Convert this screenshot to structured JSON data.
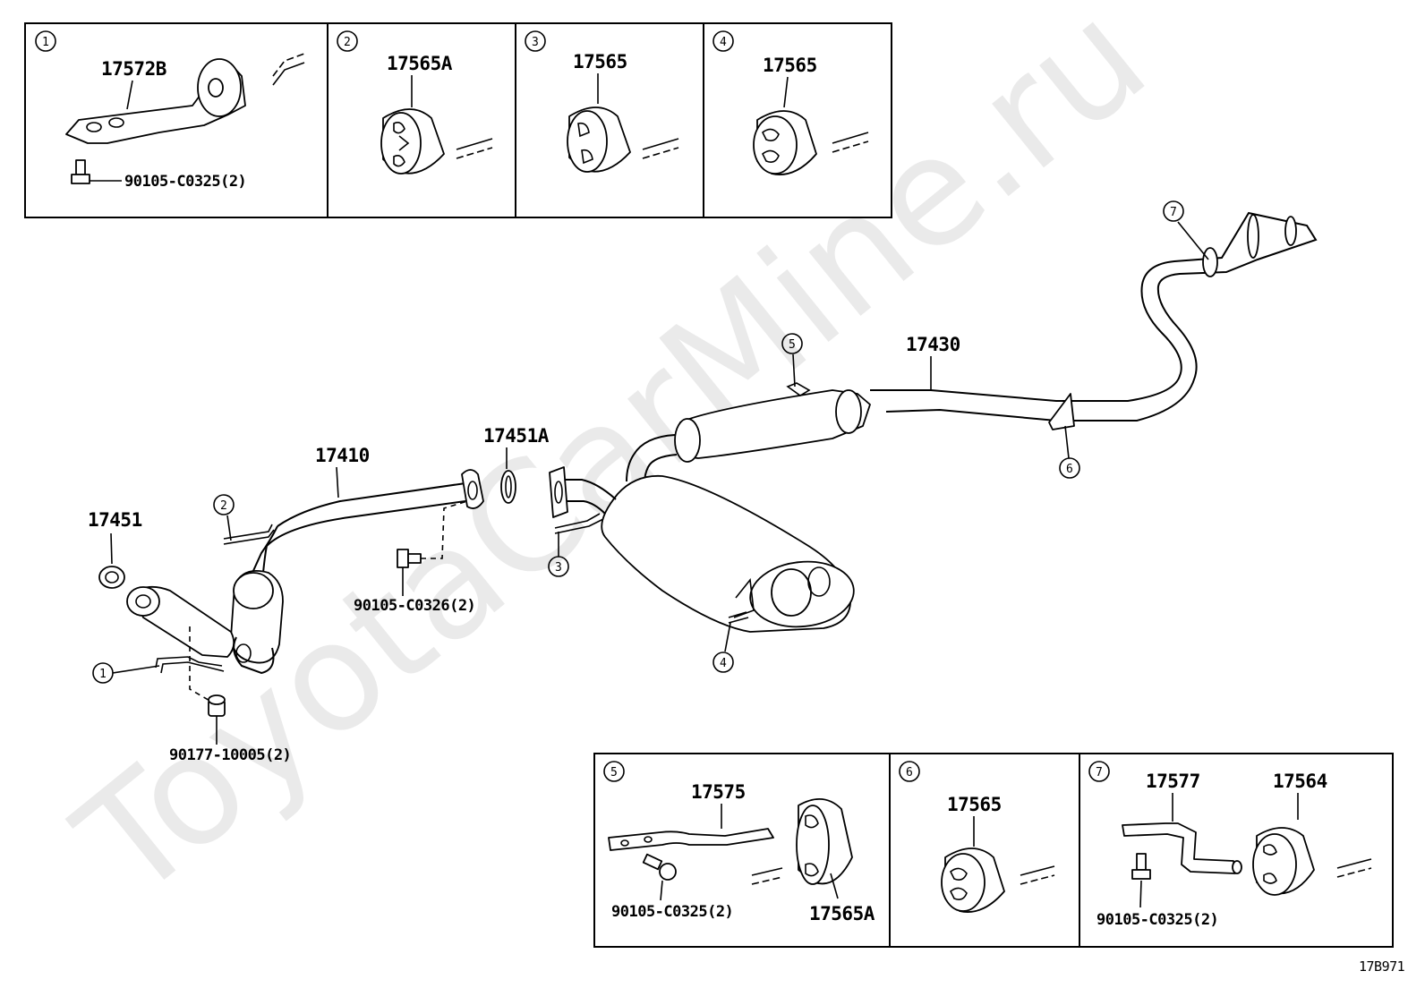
{
  "watermark": "ToyotaCarMine.ru",
  "diagram_code": "17B971",
  "detail_boxes_top": [
    {
      "num": "1",
      "labels": [
        "17572B",
        "90105-C0325(2)"
      ]
    },
    {
      "num": "2",
      "labels": [
        "17565A"
      ]
    },
    {
      "num": "3",
      "labels": [
        "17565"
      ]
    },
    {
      "num": "4",
      "labels": [
        "17565"
      ]
    }
  ],
  "detail_boxes_bottom": [
    {
      "num": "5",
      "labels": [
        "17575",
        "90105-C0325(2)",
        "17565A"
      ]
    },
    {
      "num": "6",
      "labels": [
        "17565"
      ]
    },
    {
      "num": "7",
      "labels": [
        "17577",
        "17564",
        "90105-C0325(2)"
      ]
    }
  ],
  "main_labels": {
    "front_pipe": "17410",
    "gasket_front": "17451",
    "gasket_center": "17451A",
    "tail_pipe": "17430",
    "bolt_center": "90105-C0326(2)",
    "nut_front": "90177-10005(2)"
  },
  "callouts": [
    "1",
    "2",
    "3",
    "4",
    "5",
    "6",
    "7"
  ]
}
